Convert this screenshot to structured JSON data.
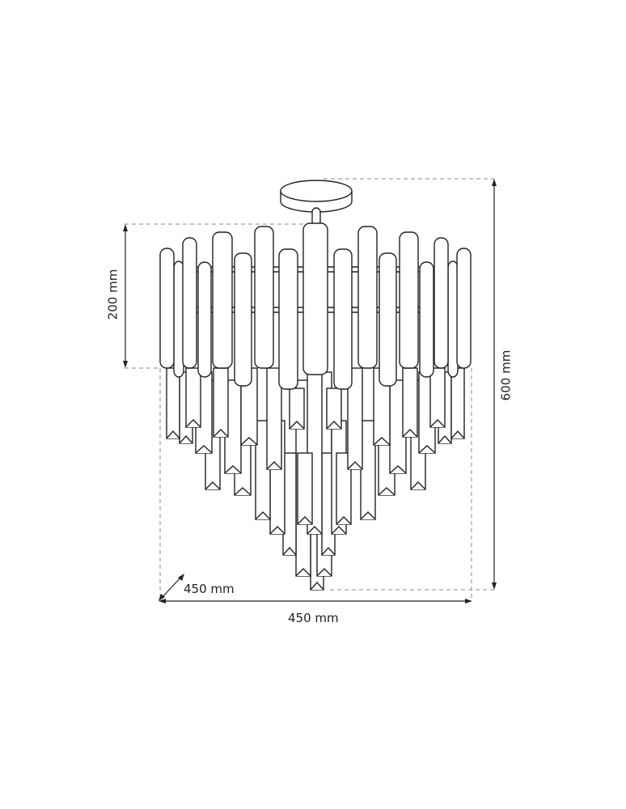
{
  "diagram": {
    "subject": "crystal chandelier technical drawing",
    "stroke_color": "#222222",
    "dash_color": "#888888",
    "dimensions": {
      "height_upper": {
        "label": "200 mm"
      },
      "height_total": {
        "label": "600 mm"
      },
      "width": {
        "label": "450 mm"
      },
      "depth": {
        "label": "450 mm"
      }
    }
  }
}
